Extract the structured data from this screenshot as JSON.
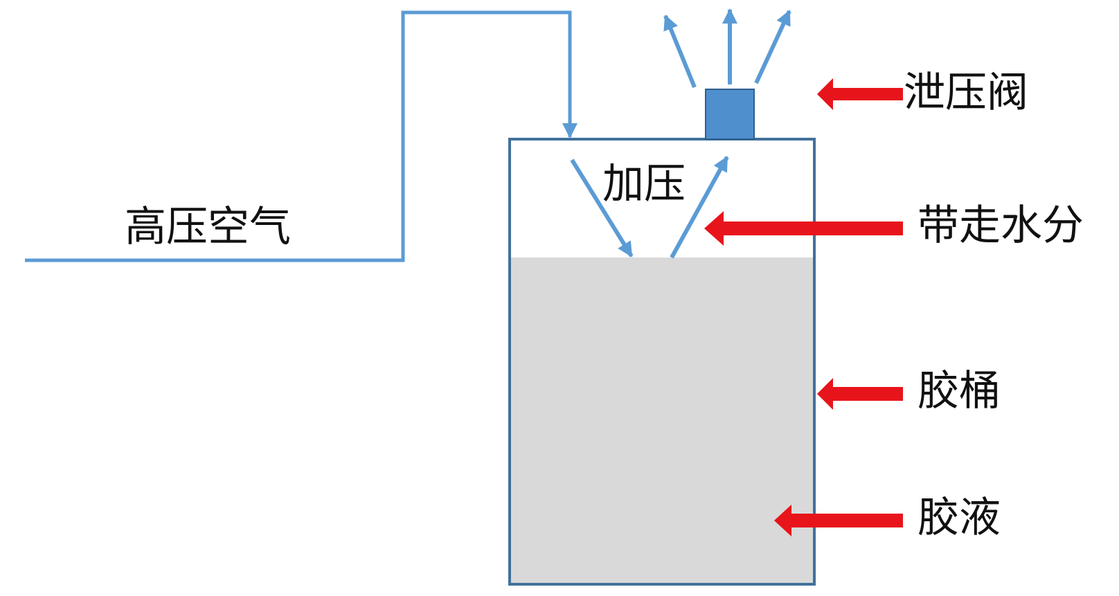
{
  "labels": {
    "high_pressure_air": "高压空气",
    "pressurize": "加压",
    "relief_valve": "泄压阀",
    "carry_moisture": "带走水分",
    "glue_bucket": "胶桶",
    "glue_liquid": "胶液"
  },
  "colors": {
    "pipe_blue": "#5b9bd5",
    "bucket_border": "#41719c",
    "valve_fill": "#4f8fce",
    "valve_border": "#2e5f8f",
    "liquid_fill": "#d9d9d9",
    "pointer_red": "#e8141b",
    "text": "#111111"
  },
  "icons": {
    "pointer": "red-left-arrow",
    "flow": "blue-arrow",
    "valve": "square-valve-block"
  }
}
